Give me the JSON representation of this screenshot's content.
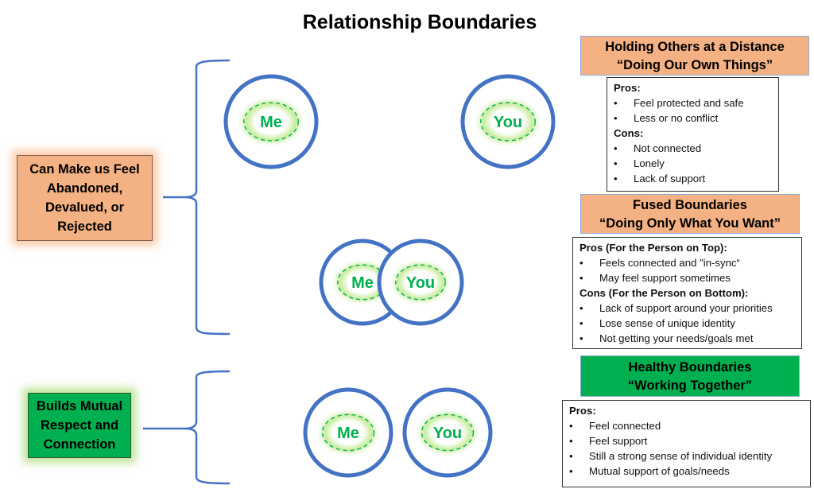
{
  "title": "Relationship Boundaries",
  "colors": {
    "circle_stroke": "#4472c4",
    "inner_label": "#00b050",
    "glow": "#92d050",
    "orange_fill": "#f4b183",
    "green_fill": "#00b050"
  },
  "side_labels": {
    "negative": "Can Make us Feel Abandoned, Devalued, or Rejected",
    "positive": "Builds Mutual Respect and Connection"
  },
  "diagrams": {
    "distant": {
      "left": "Me",
      "right": "You"
    },
    "fused": {
      "left": "Me",
      "right": "You"
    },
    "healthy": {
      "left": "Me",
      "right": "You"
    }
  },
  "panels": {
    "distance": {
      "header_line1": "Holding Others at a Distance",
      "header_line2": "“Doing Our Own Things”",
      "pros_heading": "Pros:",
      "pros": [
        "Feel protected and safe",
        "Less or no conflict"
      ],
      "cons_heading": "Cons:",
      "cons": [
        "Not connected",
        "Lonely",
        "Lack of support"
      ]
    },
    "fused": {
      "header_line1": "Fused Boundaries",
      "header_line2": "“Doing Only What You Want”",
      "pros_heading": "Pros (For the Person on Top):",
      "pros": [
        "Feels connected and \"in-sync“",
        "May feel support sometimes"
      ],
      "cons_heading": "Cons (For the Person on Bottom):",
      "cons": [
        "Lack of support around your priorities",
        "Lose sense of unique identity",
        "Not getting your needs/goals met"
      ]
    },
    "healthy": {
      "header_line1": "Healthy Boundaries",
      "header_line2": "“Working Together”",
      "pros_heading": "Pros:",
      "pros": [
        "Feel connected",
        "Feel support",
        "Still a strong sense of individual identity",
        "Mutual support of goals/needs"
      ]
    }
  },
  "bullet": "•"
}
